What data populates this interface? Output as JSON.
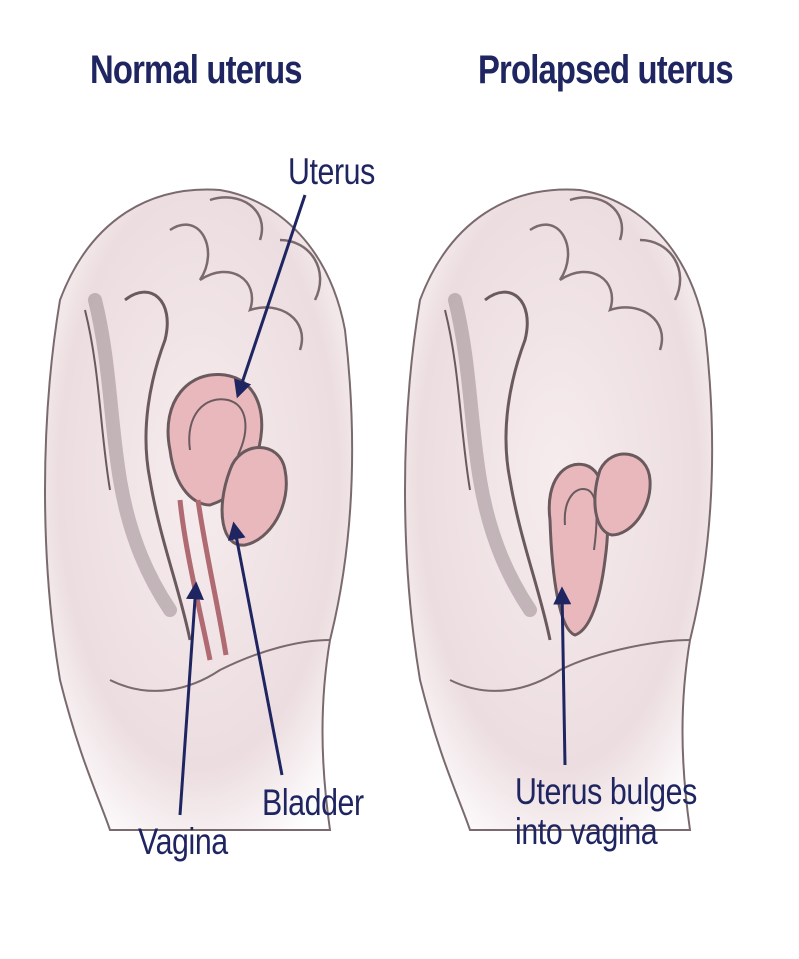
{
  "panels": {
    "left": {
      "title": "Normal uterus",
      "labels": {
        "uterus": "Uterus",
        "vagina": "Vagina",
        "bladder": "Bladder"
      }
    },
    "right": {
      "title": "Prolapsed uterus",
      "labels": {
        "bulge_line1": "Uterus bulges",
        "bulge_line2": "into vagina"
      }
    }
  },
  "colors": {
    "text": "#1f2560",
    "arrow": "#1f2560",
    "tissue": "#f1e6e8",
    "organ": "#e8b8bd",
    "outline": "#6a5a5e"
  }
}
